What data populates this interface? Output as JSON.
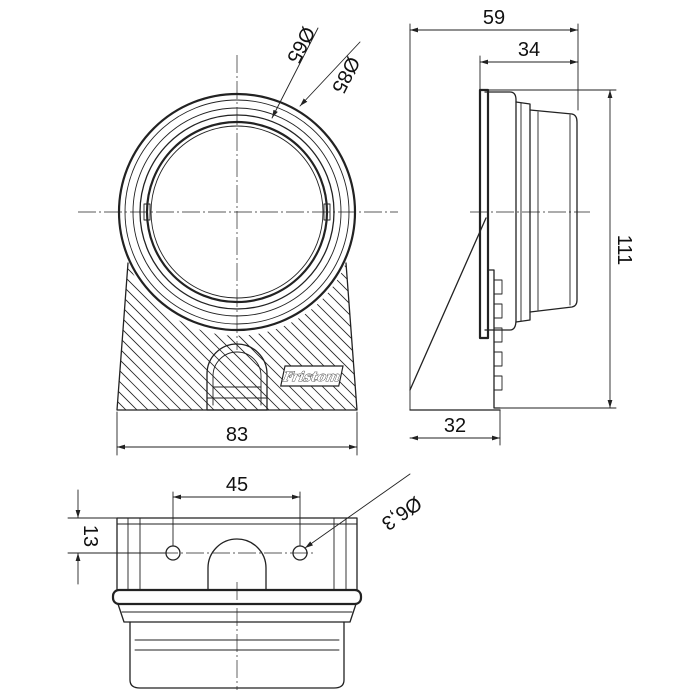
{
  "front_view": {
    "dims": {
      "width": "83",
      "ring_inner": "Ø65",
      "ring_outer": "Ø85"
    },
    "logo": "Fristom"
  },
  "side_view": {
    "dims": {
      "depth_total": "59",
      "depth_lamp": "34",
      "depth_base": "32",
      "height": "111"
    }
  },
  "bottom_view": {
    "dims": {
      "hole_spacing": "45",
      "hole_offset": "13",
      "hole_diameter": "Ø6,3"
    }
  }
}
